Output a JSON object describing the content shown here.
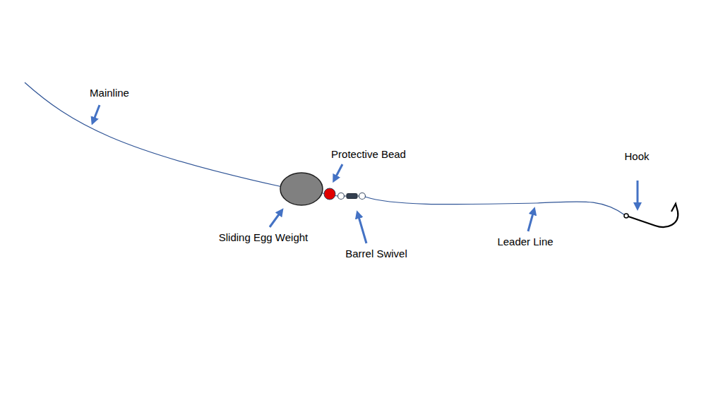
{
  "diagram": {
    "labels": [
      "Mainline",
      "Protective Bead",
      "Hook",
      "Sliding Egg Weight",
      "Barrel Swivel",
      "Leader Line"
    ]
  }
}
